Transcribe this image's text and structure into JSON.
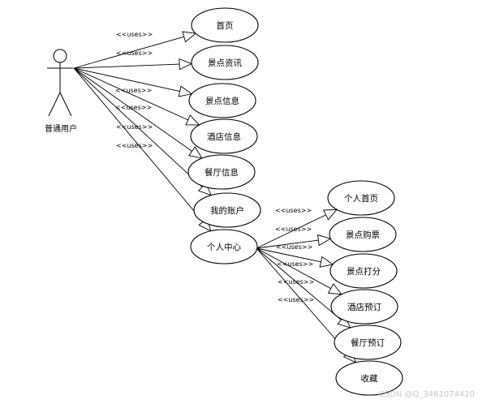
{
  "actor": {
    "label": "普通用户"
  },
  "stereotype": "<<uses>>",
  "main_use_cases": [
    {
      "label": "首页"
    },
    {
      "label": "景点资讯"
    },
    {
      "label": "景点信息"
    },
    {
      "label": "酒店信息"
    },
    {
      "label": "餐厅信息"
    },
    {
      "label": "我的账户"
    },
    {
      "label": "个人中心"
    }
  ],
  "sub_use_cases": [
    {
      "label": "个人首页"
    },
    {
      "label": "景点购票"
    },
    {
      "label": "景点打分"
    },
    {
      "label": "酒店预订"
    },
    {
      "label": "餐厅预订"
    },
    {
      "label": "收藏"
    }
  ],
  "watermark": "CSDN @Q_3461074420"
}
